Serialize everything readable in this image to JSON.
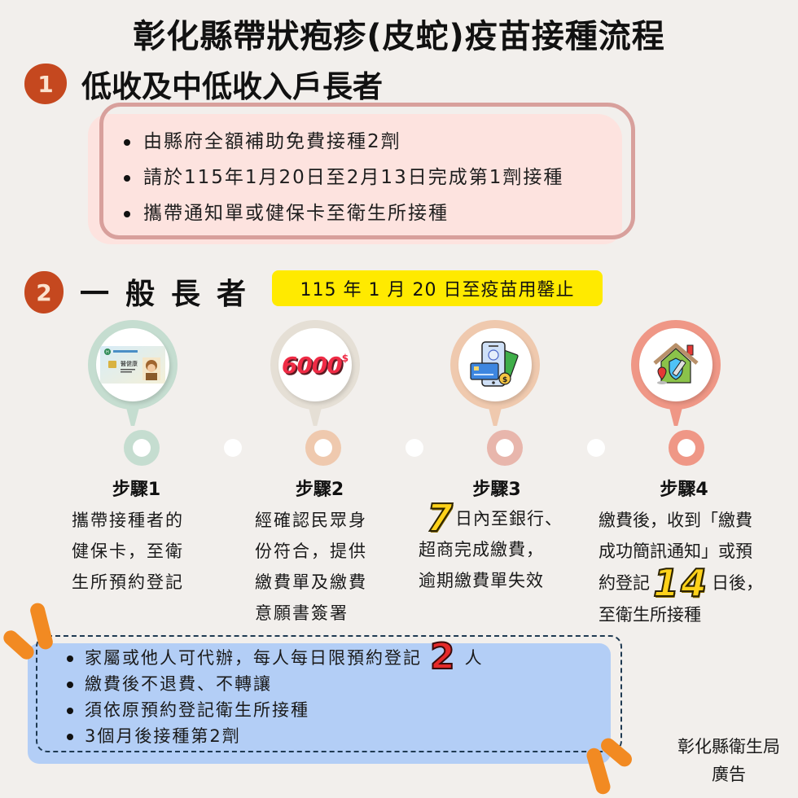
{
  "title": "彰化縣帶狀疱疹(皮蛇)疫苗接種流程",
  "section1": {
    "number": "1",
    "heading": "低收及中低收入戶長者",
    "items": [
      "由縣府全額補助免費接種2劑",
      "請於115年1月20日至2月13日完成第1劑接種",
      "攜帶通知單或健保卡至衛生所接種"
    ]
  },
  "section2": {
    "number": "2",
    "heading": "一般長者",
    "date_range": "115 年 1 月 20 日至疫苗用罄止",
    "steps": [
      {
        "title": "步驟1",
        "icon": "health-insurance-card-icon",
        "icon_text": "醫健康",
        "color": "#c5ddd0",
        "node_color": "#c5ddd0",
        "lines": [
          "攜帶接種者的",
          "健保卡，至衛",
          "生所預約登記"
        ]
      },
      {
        "title": "步驟2",
        "icon": "money-6000-icon",
        "icon_text": "6000",
        "icon_sup": "$",
        "color": "#e5dfd5",
        "node_color": "#efc9ae",
        "lines": [
          "經確認民眾身",
          "份符合，提供",
          "繳費單及繳費",
          "意願書簽署"
        ]
      },
      {
        "title": "步驟3",
        "icon": "mobile-payment-icon",
        "color": "#efc9ae",
        "node_color": "#e8b6ac",
        "big_number": "7",
        "lines": [
          "日內至銀行、",
          "超商完成繳費，",
          "逾期繳費單失效"
        ]
      },
      {
        "title": "步驟4",
        "icon": "home-vaccine-icon",
        "color": "#ef9786",
        "node_color": "#ef9786",
        "big_number": "14",
        "lines": [
          "繳費後，收到「繳費",
          "成功簡訊通知」或預",
          "約登記",
          "日後，",
          "至衛生所接種"
        ]
      }
    ]
  },
  "notes": {
    "items": [
      {
        "before": "家屬或他人可代辦，每人每日限預約登記",
        "number": "2",
        "after": "人"
      },
      {
        "text": "繳費後不退費、不轉讓"
      },
      {
        "text": "須依原預約登記衛生所接種"
      },
      {
        "text": "3個月後接種第2劑"
      }
    ]
  },
  "footer": {
    "line1": "彰化縣衛生局",
    "line2": "廣告"
  },
  "colors": {
    "background": "#f2efec",
    "badge": "#c5481f",
    "section1_fill": "#fde3df",
    "section1_outline": "#d8a09c",
    "date_pill": "#ffea00",
    "notes_fill": "#b3cef6",
    "spark": "#f28a22"
  }
}
